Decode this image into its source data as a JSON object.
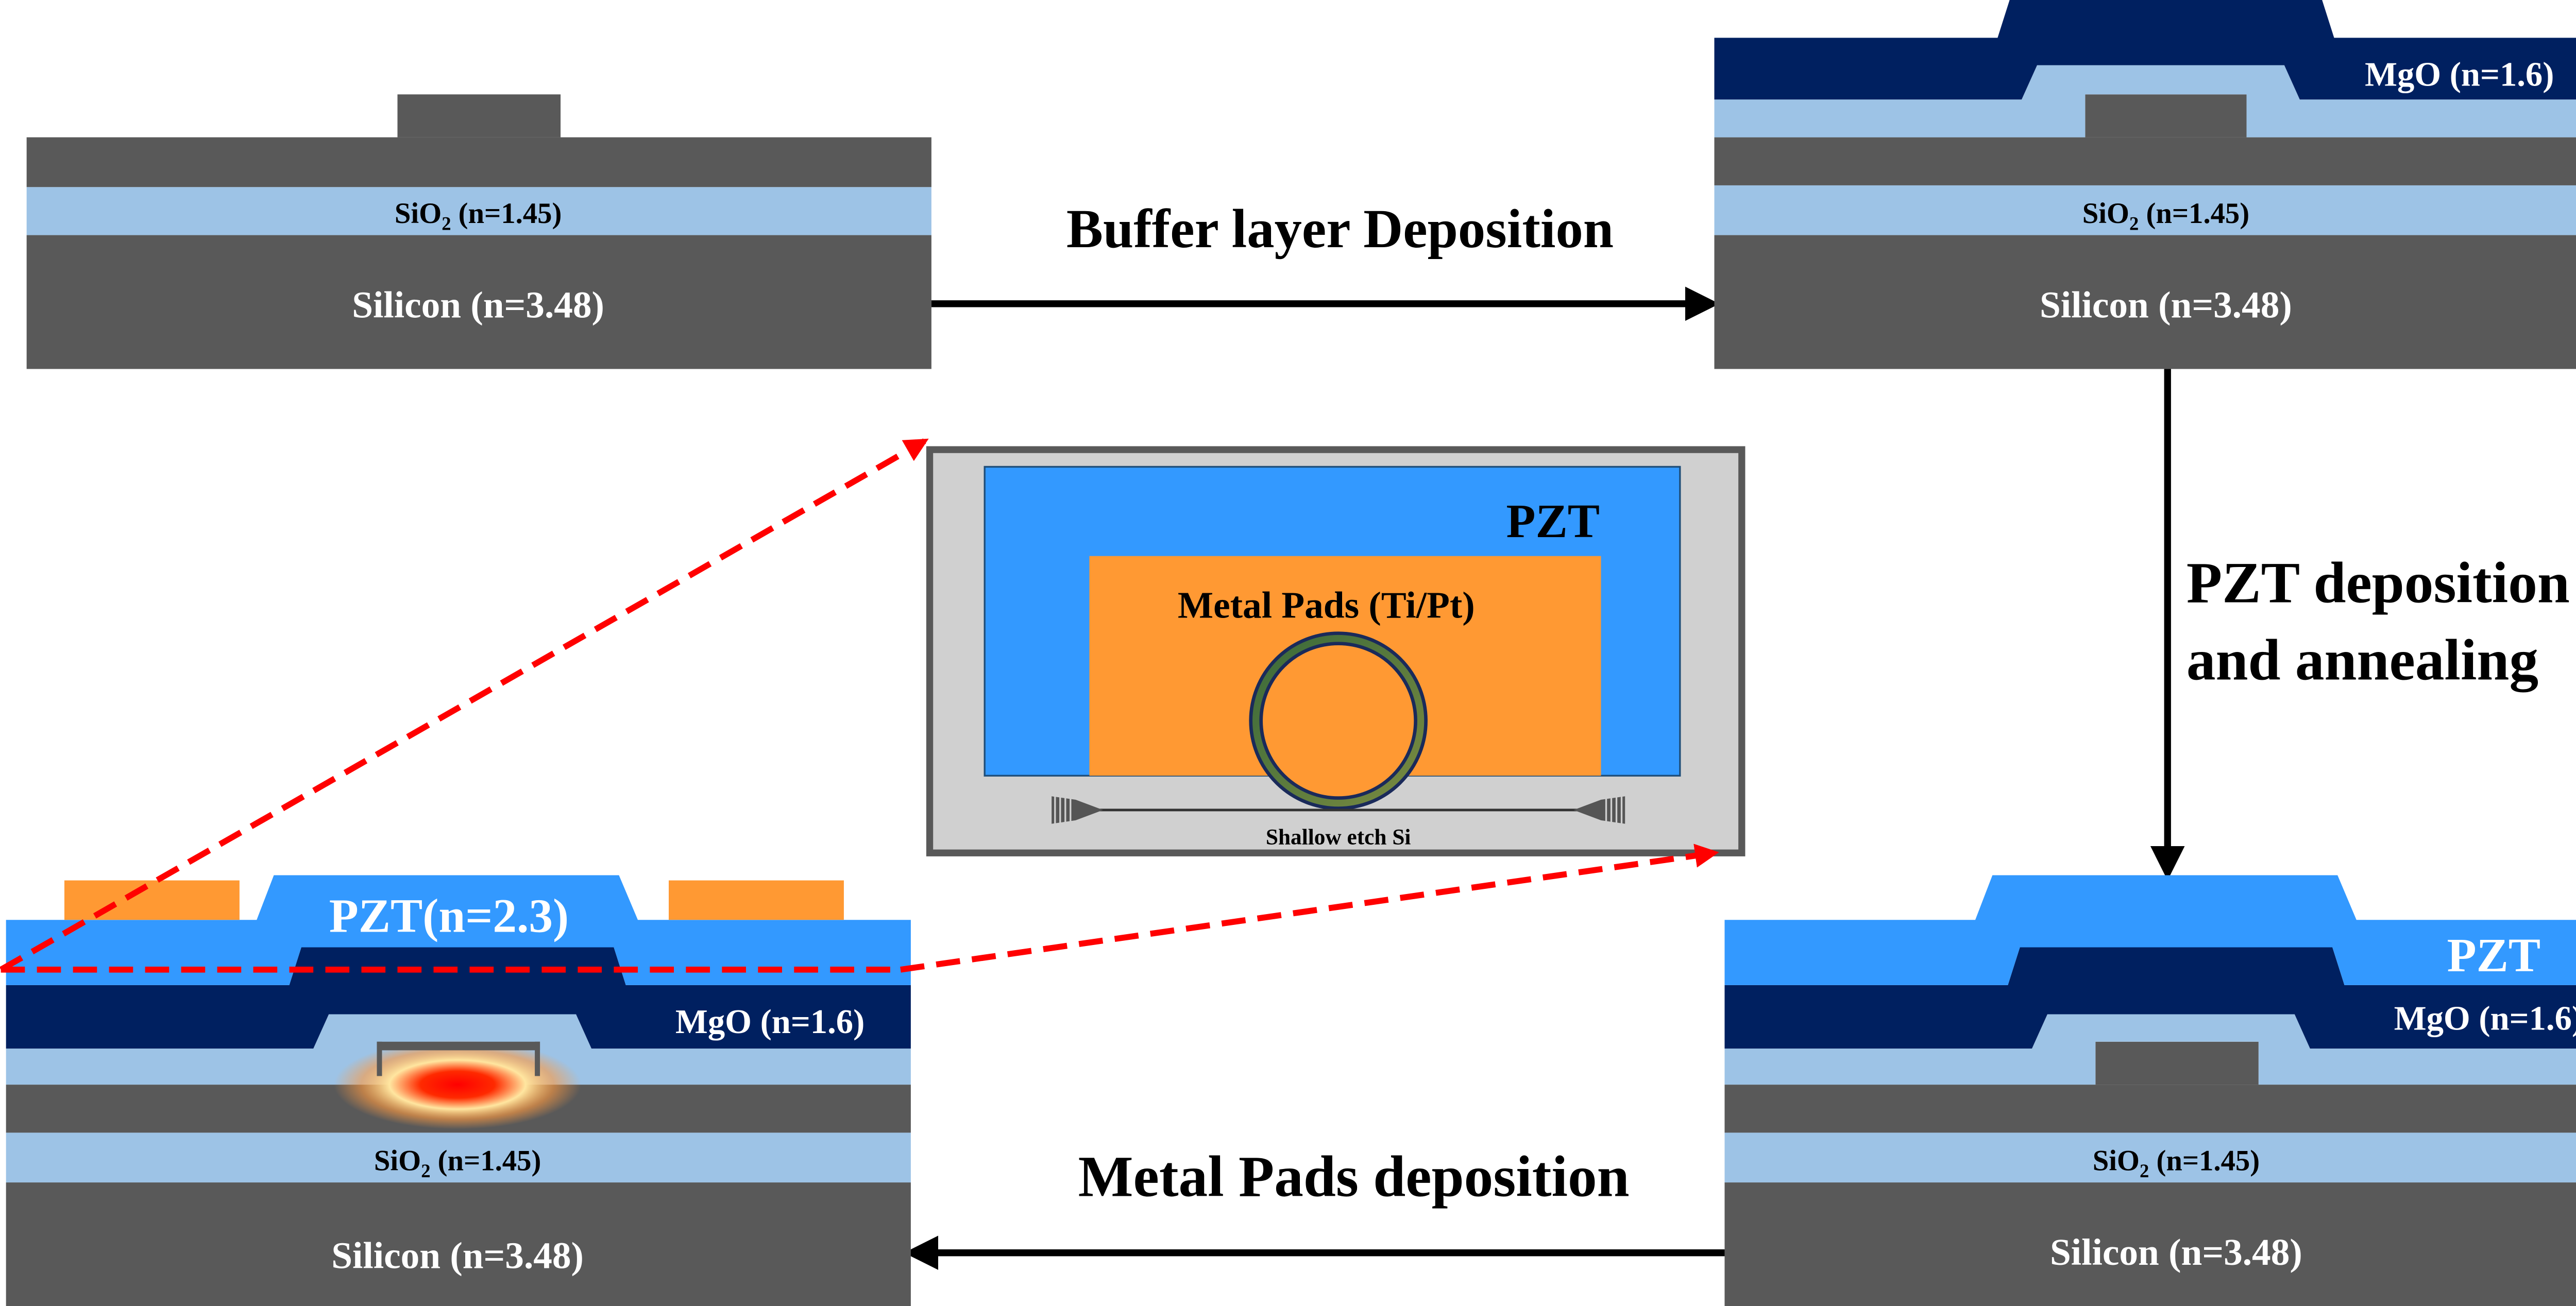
{
  "colors": {
    "silicon": "#595959",
    "sio2": "#9dc3e6",
    "mgo": "#002060",
    "pzt": "#3399ff",
    "metal": "#ff9933",
    "chip_bg": "#d0d0d0",
    "arrow": "#000000",
    "zoom_arrow": "#ff0000",
    "mode_core": "#ff0000"
  },
  "labels": {
    "silicon": "Silicon (n=3.48)",
    "sio2_main": "SiO",
    "sio2_sub": "2",
    "sio2_rest": " (n=1.45)",
    "mgo": "MgO (n=1.6)",
    "pzt": "PZT",
    "pzt_n": "PZT(n=2.3)"
  },
  "steps": {
    "buffer": "Buffer layer Deposition",
    "pzt_line1": "PZT deposition",
    "pzt_line2": "and annealing",
    "metal": "Metal Pads deposition"
  },
  "inset": {
    "pzt": "PZT",
    "metal": "Metal Pads (Ti/Pt)",
    "etch": "Shallow etch Si"
  },
  "icons": {
    "process_arrow": "arrow-right-icon",
    "zoom_arrow": "dashed-arrow-icon"
  }
}
